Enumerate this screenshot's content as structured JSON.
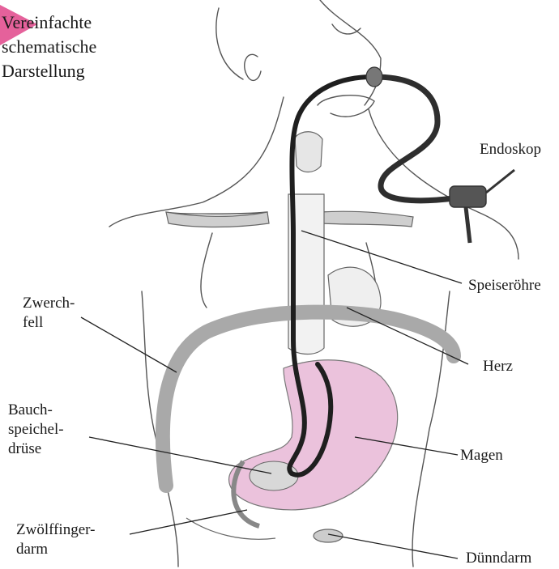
{
  "title": "Vereinfachte\nschematische\nDarstellung",
  "labels": {
    "endoskop": "Endoskop",
    "speiseroehre": "Speiseröhre",
    "zwerchfell": "Zwerch-\nfell",
    "herz": "Herz",
    "bauchspeicheldruese": "Bauch-\nspeichel-\ndrüse",
    "magen": "Magen",
    "zwoelffingerdarm": "Zwölffinger-\ndarm",
    "duenndarm": "Dünndarm"
  },
  "colors": {
    "title_marker": "#e0458a",
    "stomach": "#ebc2dc",
    "diaphragm": "#a9a9a9",
    "tube": "#2e2e2e",
    "outline": "#555555"
  }
}
